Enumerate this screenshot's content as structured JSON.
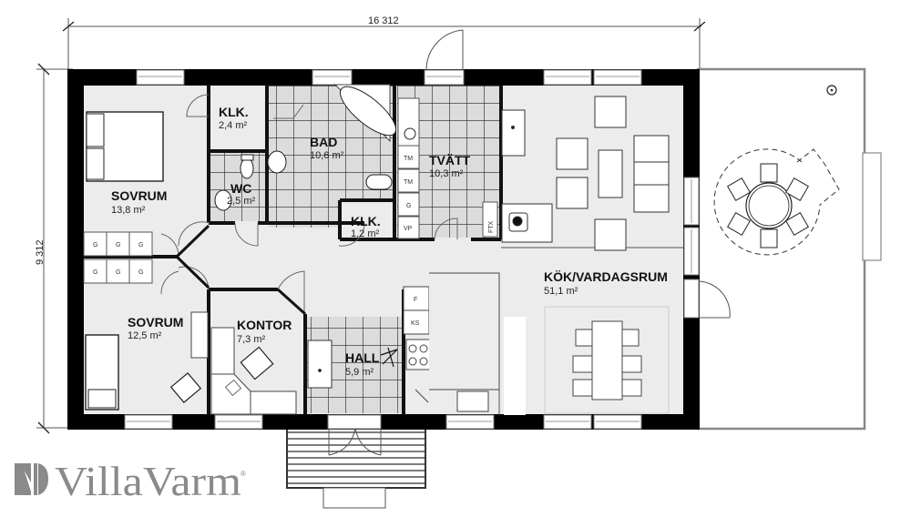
{
  "brand": {
    "name": "VillaVarm",
    "registered_mark": "®",
    "color": "#8a8a8a"
  },
  "dimensions": {
    "width": "16 312",
    "height": "9 312"
  },
  "colors": {
    "wall": "#000000",
    "floor": "#ececec",
    "tile_floor": "#dcdcdc",
    "tile_grid": "#222222",
    "terrace": "#ffffff"
  },
  "rooms": [
    {
      "id": "sovrum1",
      "name": "SOVRUM",
      "area": "13,8 m²"
    },
    {
      "id": "klk1",
      "name": "KLK.",
      "area": "2,4 m²"
    },
    {
      "id": "wc",
      "name": "WC",
      "area": "2,5 m²"
    },
    {
      "id": "bad",
      "name": "BAD",
      "area": "10,6 m²"
    },
    {
      "id": "klk2",
      "name": "KLK.",
      "area": "1,2 m²"
    },
    {
      "id": "tvatt",
      "name": "TVÄTT",
      "area": "10,3 m²"
    },
    {
      "id": "sovrum2",
      "name": "SOVRUM",
      "area": "12,5 m²"
    },
    {
      "id": "kontor",
      "name": "KONTOR",
      "area": "7,3 m²"
    },
    {
      "id": "hall",
      "name": "HALL",
      "area": "5,9 m²"
    },
    {
      "id": "kok",
      "name": "KÖK/VARDAGSRUM",
      "area": "51,1 m²"
    }
  ],
  "appliances": {
    "laundry": [
      "TM",
      "TM",
      "G",
      "VP"
    ],
    "ftx": "FTX",
    "kitchen": [
      "F",
      "KS"
    ],
    "wardrobe_upper": [
      "G",
      "G",
      "G"
    ],
    "wardrobe_lower": [
      "G",
      "G",
      "G"
    ]
  }
}
